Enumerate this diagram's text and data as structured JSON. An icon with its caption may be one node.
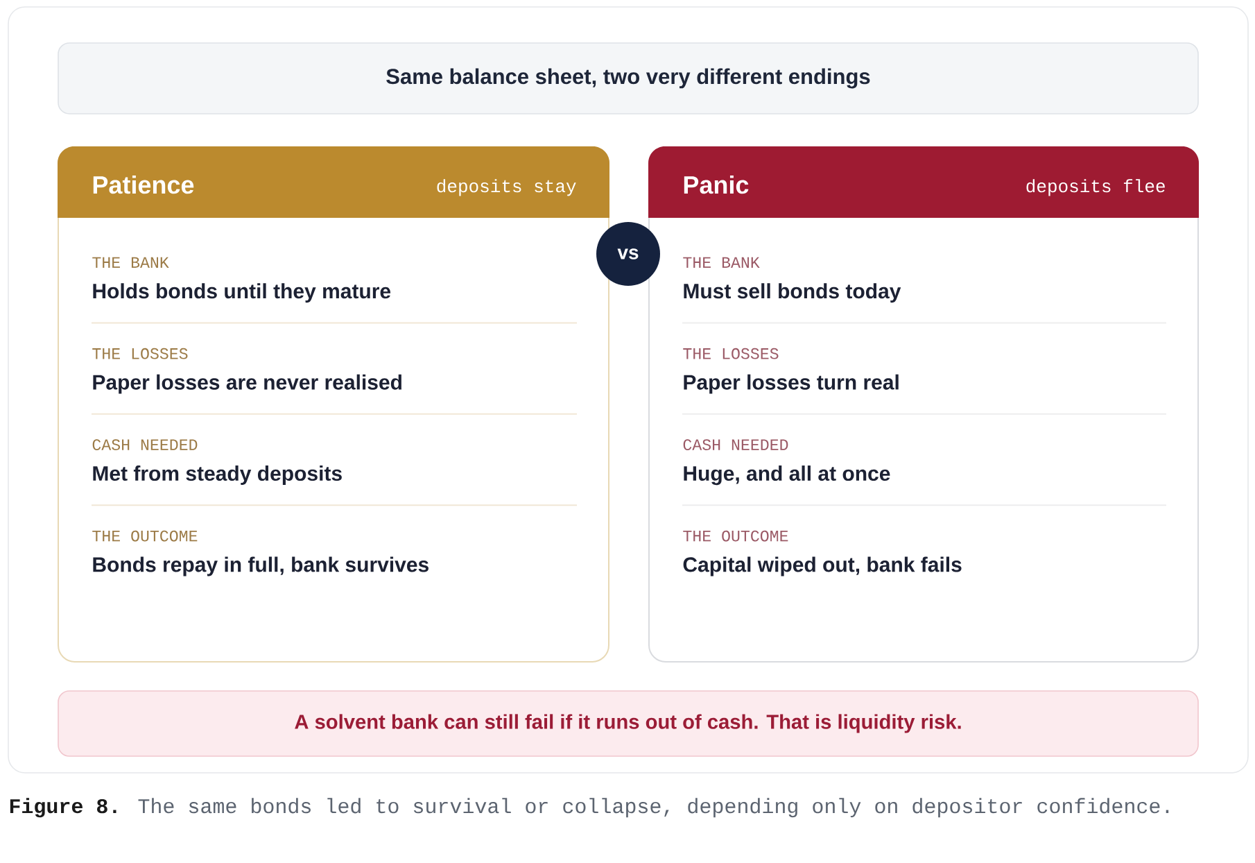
{
  "diagram": {
    "title": "Same balance sheet, two very different endings",
    "nodes": [
      {
        "text": [
          "Patience",
          "deposits stay",
          "THE BANK",
          "Holds bonds until they mature",
          "THE LOSSES",
          "Paper losses are never realised",
          "CASH NEEDED",
          "Met from steady deposits",
          "THE OUTCOME",
          "Bonds repay in full, bank survives"
        ]
      },
      {
        "text": [
          "vs"
        ]
      },
      {
        "text": [
          "Panic",
          "deposits flee",
          "THE BANK",
          "Must sell bonds today",
          "THE LOSSES",
          "Paper losses turn real",
          "CASH NEEDED",
          "Huge, and all at once",
          "THE OUTCOME",
          "Capital wiped out, bank fails"
        ]
      },
      {
        "text": [
          "A solvent bank can still fail if it runs out of cash. That is liquidity risk."
        ]
      }
    ],
    "caption": "**Figure 8.** The same bonds led to survival or collapse, depending only on depositor confidence."
  }
}
